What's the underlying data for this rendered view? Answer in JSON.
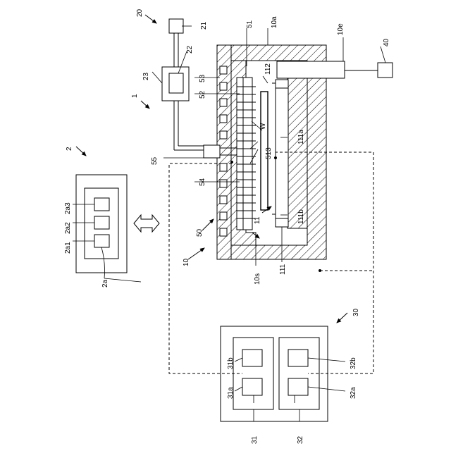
{
  "labels": {
    "l1": "1",
    "l2": "2",
    "l2a": "2a",
    "l2a1": "2a1",
    "l2a2": "2a2",
    "l2a3": "2a3",
    "l10": "10",
    "l10a": "10a",
    "l10e": "10e",
    "l10s": "10s",
    "l11": "11",
    "l111": "111",
    "l111a": "111a",
    "l111b": "111b",
    "l112": "112",
    "l20": "20",
    "l21": "21",
    "l22": "22",
    "l23": "23",
    "l30": "30",
    "l31": "31",
    "l31a": "31a",
    "l31b": "31b",
    "l32": "32",
    "l32a": "32a",
    "l32b": "32b",
    "l40": "40",
    "l50": "50",
    "l51": "51",
    "l52": "52",
    "l53": "53",
    "l54": "54",
    "l55": "55",
    "l513": "513",
    "lW": "W"
  }
}
